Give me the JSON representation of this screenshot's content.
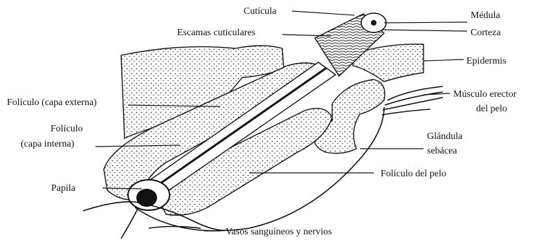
{
  "labels": {
    "cuticula": "Cutícula",
    "medula": "Médula",
    "escamas": "Escamas cuticulares",
    "corteza": "Corteza",
    "epidermis": "Epidermis",
    "musculo_1": "Músculo erector",
    "musculo_2": "del pelo",
    "foliculo_externa": "Folículo (capa externa)",
    "foliculo_interna_1": "Folículo",
    "foliculo_interna_2": "(capa interna)",
    "glandula_1": "Glándula",
    "glandula_2": "sebácea",
    "foliculo_pelo": "Folículo del pelo",
    "papila": "Papila",
    "vasos": "Vasos sanguíneos y nervios"
  }
}
